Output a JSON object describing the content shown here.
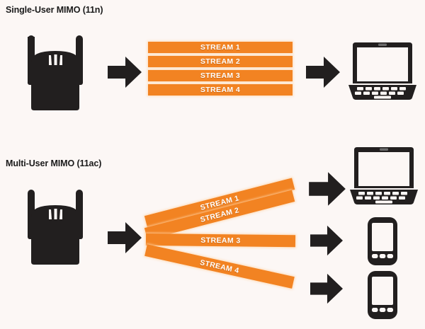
{
  "diagram": {
    "title_single": "Single-User MIMO (11n)",
    "title_multi": "Multi-User MIMO (11ac)",
    "background_color": "#fcf7f5",
    "stream_color": "#f28322",
    "icon_color": "#221f1f",
    "label_color": "#ffffff"
  },
  "single_user": {
    "source_device": "wireless-router",
    "arrow_label": "transmit-arrow",
    "streams": [
      {
        "label": "STREAM 1"
      },
      {
        "label": "STREAM 2"
      },
      {
        "label": "STREAM 3"
      },
      {
        "label": "STREAM 4"
      }
    ],
    "clients": [
      {
        "type": "laptop",
        "streams_received": 4
      }
    ]
  },
  "multi_user": {
    "source_device": "wireless-router",
    "arrow_label": "transmit-arrow",
    "streams": [
      {
        "label": "STREAM 1",
        "target": "laptop"
      },
      {
        "label": "STREAM 2",
        "target": "laptop"
      },
      {
        "label": "STREAM 3",
        "target": "smartphone-1"
      },
      {
        "label": "STREAM 4",
        "target": "smartphone-2"
      }
    ],
    "clients": [
      {
        "type": "laptop",
        "streams_received": 2
      },
      {
        "type": "smartphone",
        "streams_received": 1
      },
      {
        "type": "smartphone",
        "streams_received": 1
      }
    ]
  }
}
